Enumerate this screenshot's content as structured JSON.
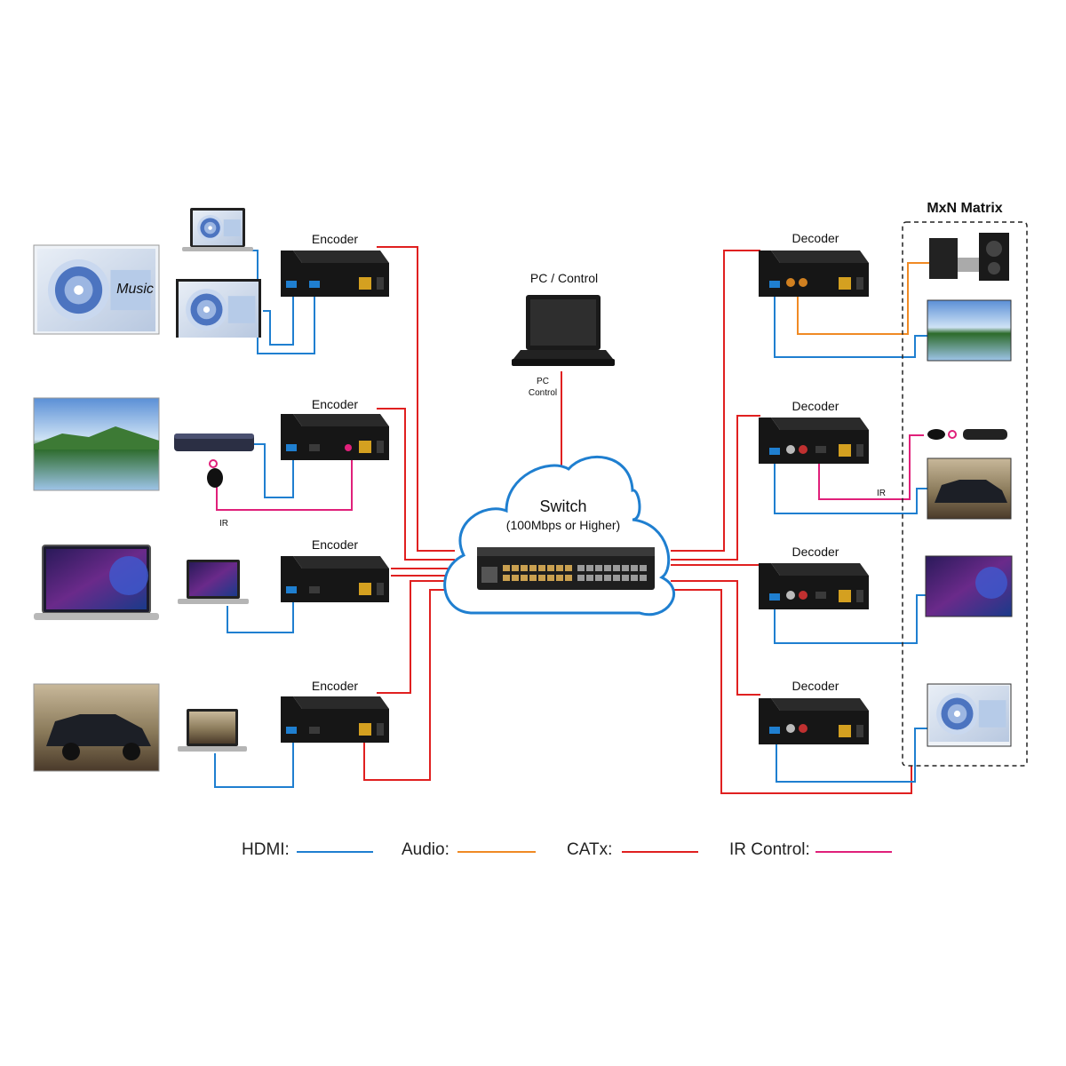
{
  "labels": {
    "encoder": "Encoder",
    "decoder": "Decoder",
    "pc_title": "PC / Control",
    "pc_small_1": "PC",
    "pc_small_2": "Control",
    "switch_title": "Switch",
    "switch_sub": "(100Mbps or Higher)",
    "matrix": "MxN Matrix",
    "ir": "IR",
    "music": "Music"
  },
  "legend": [
    {
      "label": "HDMI:",
      "color": "#1f7fd0"
    },
    {
      "label": "Audio:",
      "color": "#f08a24"
    },
    {
      "label": "CATx:",
      "color": "#e02020"
    },
    {
      "label": "IR Control:",
      "color": "#e0207a"
    }
  ],
  "colors": {
    "hdmi": "#1f7fd0",
    "audio": "#f08a24",
    "catx": "#e02020",
    "ir": "#e0207a",
    "cloud": "#1f7fd0",
    "matrix_title": "#1f7fd0"
  }
}
